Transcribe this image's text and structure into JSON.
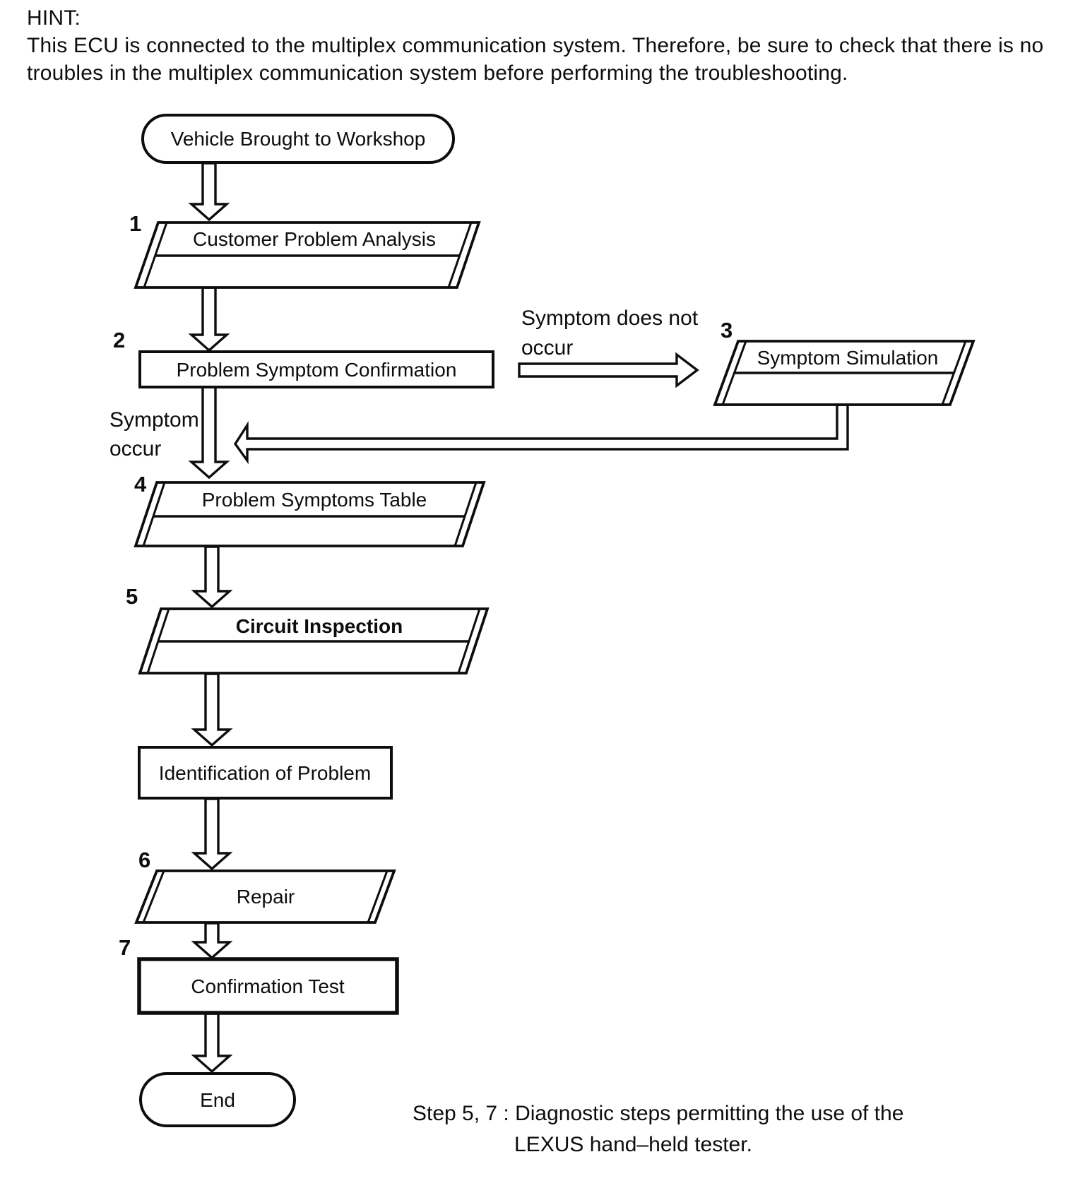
{
  "hint": {
    "title": "HINT:",
    "line1": "This ECU is connected to the multiplex communication system. Therefore, be sure to check that there is no",
    "line2": "troubles in the multiplex communication system before performing the troubleshooting."
  },
  "flowchart": {
    "start": "Vehicle Brought to Workshop",
    "steps": {
      "s1": {
        "num": "1",
        "label": "Customer Problem Analysis"
      },
      "s2": {
        "num": "2",
        "label": "Problem Symptom Confirmation"
      },
      "s3": {
        "num": "3",
        "label": "Symptom Simulation"
      },
      "s4": {
        "num": "4",
        "label": "Problem Symptoms Table"
      },
      "s5": {
        "num": "5",
        "label": "Circuit Inspection"
      },
      "identification": {
        "label": "Identification of Problem"
      },
      "s6": {
        "num": "6",
        "label": "Repair"
      },
      "s7": {
        "num": "7",
        "label": "Confirmation Test"
      }
    },
    "end": "End",
    "branch": {
      "no_occur": {
        "line1": "Symptom does not",
        "line2": "occur"
      },
      "occur": {
        "line1": "Symptom",
        "line2": "occur"
      }
    },
    "caption": {
      "line1": "Step 5, 7 : Diagnostic steps permitting the use of the",
      "line2": "LEXUS hand–held tester."
    },
    "colors": {
      "ink": "#0d0d0d",
      "paper": "#ffffff"
    }
  }
}
